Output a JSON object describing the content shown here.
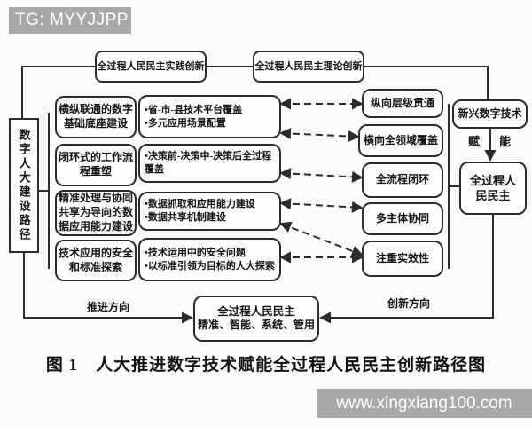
{
  "banner": {
    "text": "TG: MYYJJPP"
  },
  "watermark": {
    "text": "www.xingxiang100.com"
  },
  "caption": {
    "text": "图 1　人大推进数字技术赋能全过程人民民主创新路径图"
  },
  "colors": {
    "banner_bg": "#a8a8a8",
    "watermark_bg": "#a9a9a9",
    "line": "#2b2b2b",
    "background": "#fbfbfb"
  },
  "diagram": {
    "top_boxes": {
      "practice": "全过程人民民主实践创新",
      "theory": "全过程人民民主理论创新"
    },
    "left_axis": {
      "text": "数字人大建设路径"
    },
    "left_boxes": [
      {
        "lines": [
          "横纵联通的数字",
          "基础底座建设"
        ]
      },
      {
        "lines": [
          "闭环式的工作流",
          "程重塑"
        ]
      },
      {
        "lines": [
          "精准处理与协同",
          "共享为导向的数",
          "据应用能力建设"
        ]
      },
      {
        "lines": [
          "技术应用的安全",
          "和标准探索"
        ]
      }
    ],
    "middle_boxes": [
      {
        "lines": [
          "•省-市-县技术平台覆盖",
          "•多元应用场景配置"
        ]
      },
      {
        "lines": [
          "•决策前-决策中-决策后全过程",
          "覆盖"
        ]
      },
      {
        "lines": [
          "•数据抓取和应用能力建设",
          "•数据共享机制建设"
        ]
      },
      {
        "lines": [
          "•技术运用中的安全问题",
          "•以标准引领为目标的人大探索"
        ]
      }
    ],
    "right_boxes": [
      {
        "label": "纵向层级贯通"
      },
      {
        "label": "横向全领域覆盖"
      },
      {
        "label": "全流程闭环"
      },
      {
        "label": "多主体协同"
      },
      {
        "label": "注重实效性"
      }
    ],
    "tech_box": {
      "label": "新兴数字技术"
    },
    "empower": {
      "char1": "赋",
      "char2": "能"
    },
    "democracy_box": {
      "lines": [
        "全过程人",
        "民民主"
      ]
    },
    "result_box": {
      "lines": [
        "全过程人民民主",
        "精准、智能、系统、管用"
      ]
    },
    "direction_labels": {
      "advance": "推进方向",
      "innovation": "创新方向"
    }
  }
}
